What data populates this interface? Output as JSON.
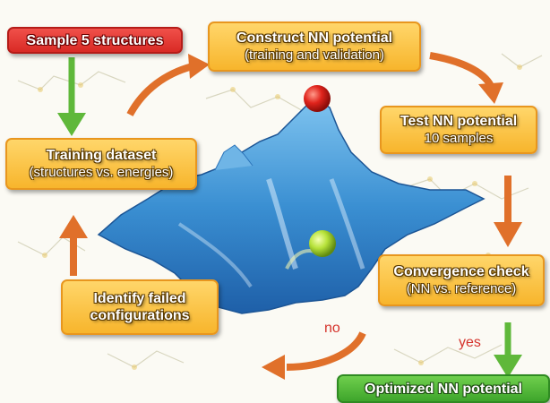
{
  "boxes": {
    "sample": "Sample 5 structures",
    "construct_title": "Construct NN potential",
    "construct_sub": "(training and validation)",
    "test_title": "Test NN potential",
    "test_sub": "10 samples",
    "training_title": "Training dataset",
    "training_sub": "(structures vs. energies)",
    "convergence_title": "Convergence check",
    "convergence_sub": "(NN vs. reference)",
    "failed_line1": "Identify failed",
    "failed_line2": "configurations",
    "optimized": "Optimized NN potential"
  },
  "labels": {
    "no": "no",
    "yes": "yes"
  },
  "colors": {
    "orange_box": "#f7b52c",
    "red_box": "#d92a25",
    "green_box": "#3ea52b",
    "orange_arrow": "#e0702a",
    "green_arrow": "#5fb83a",
    "surface": "#3f8fd3",
    "red_ball": "#e0241c",
    "green_ball": "#b7e23a"
  }
}
